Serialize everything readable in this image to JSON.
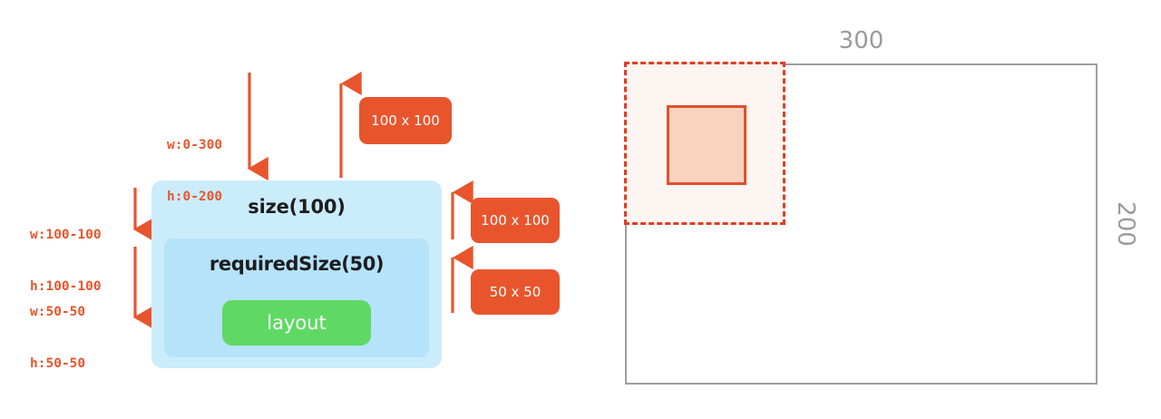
{
  "left_panel": {
    "outer_box": {
      "label": "size(100)",
      "color": "#cbecfb"
    },
    "inner_box": {
      "label": "requiredSize(50)",
      "color": "#b5e3fa"
    },
    "layout_button": {
      "label": "layout",
      "color": "#5fd964"
    },
    "constraints": [
      {
        "id": "incoming-top",
        "width_text": "w:0-300",
        "height_text": "h:0-200"
      },
      {
        "id": "outer-to-inner",
        "width_text": "w:100-100",
        "height_text": "h:100-100"
      },
      {
        "id": "inner-to-layout",
        "width_text": "w:50-50",
        "height_text": "h:50-50"
      }
    ],
    "badges": [
      {
        "id": "measured-root",
        "label": "100 x 100"
      },
      {
        "id": "measured-outer",
        "label": "100 x 100"
      },
      {
        "id": "measured-inner",
        "label": "50 x 50"
      }
    ],
    "accent_color": "#e8552d"
  },
  "right_panel": {
    "canvas": {
      "width_label": "300",
      "height_label": "200",
      "border_color": "#9e9e9e"
    },
    "measured_area": {
      "border_color": "#e23c24",
      "fill_color": "#fdf5f1"
    },
    "placed_element": {
      "border_color": "#e0502c",
      "fill_color": "#f9d3c0"
    }
  }
}
